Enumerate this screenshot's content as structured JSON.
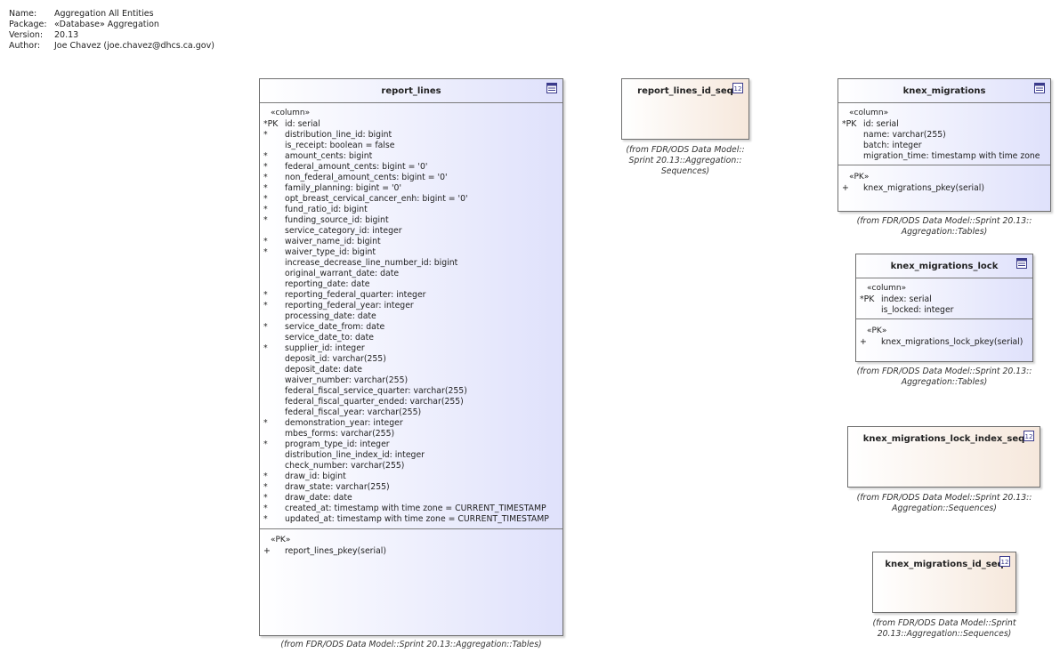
{
  "header": {
    "name_key": "Name:",
    "name_val": "Aggregation All Entities",
    "package_key": "Package:",
    "package_val": "«Database» Aggregation",
    "version_key": "Version:",
    "version_val": "20.13",
    "author_key": "Author:",
    "author_val": "Joe Chavez (joe.chavez@dhcs.ca.gov)"
  },
  "report_lines": {
    "title": "report_lines",
    "stereo_column": "«column»",
    "columns": [
      {
        "mark": "*PK",
        "text": "id: serial"
      },
      {
        "mark": "*",
        "text": "distribution_line_id: bigint"
      },
      {
        "mark": "",
        "text": "is_receipt: boolean = false"
      },
      {
        "mark": "*",
        "text": "amount_cents: bigint"
      },
      {
        "mark": "*",
        "text": "federal_amount_cents: bigint = '0'"
      },
      {
        "mark": "*",
        "text": "non_federal_amount_cents: bigint = '0'"
      },
      {
        "mark": "*",
        "text": "family_planning: bigint = '0'"
      },
      {
        "mark": "*",
        "text": "opt_breast_cervical_cancer_enh: bigint = '0'"
      },
      {
        "mark": "*",
        "text": "fund_ratio_id: bigint"
      },
      {
        "mark": "*",
        "text": "funding_source_id: bigint"
      },
      {
        "mark": "",
        "text": "service_category_id: integer"
      },
      {
        "mark": "*",
        "text": "waiver_name_id: bigint"
      },
      {
        "mark": "*",
        "text": "waiver_type_id: bigint"
      },
      {
        "mark": "",
        "text": "increase_decrease_line_number_id: bigint"
      },
      {
        "mark": "",
        "text": "original_warrant_date: date"
      },
      {
        "mark": "",
        "text": "reporting_date: date"
      },
      {
        "mark": "*",
        "text": "reporting_federal_quarter: integer"
      },
      {
        "mark": "*",
        "text": "reporting_federal_year: integer"
      },
      {
        "mark": "",
        "text": "processing_date: date"
      },
      {
        "mark": "*",
        "text": "service_date_from: date"
      },
      {
        "mark": "",
        "text": "service_date_to: date"
      },
      {
        "mark": "*",
        "text": "supplier_id: integer"
      },
      {
        "mark": "",
        "text": "deposit_id: varchar(255)"
      },
      {
        "mark": "",
        "text": "deposit_date: date"
      },
      {
        "mark": "",
        "text": "waiver_number: varchar(255)"
      },
      {
        "mark": "",
        "text": "federal_fiscal_service_quarter: varchar(255)"
      },
      {
        "mark": "",
        "text": "federal_fiscal_quarter_ended: varchar(255)"
      },
      {
        "mark": "",
        "text": "federal_fiscal_year: varchar(255)"
      },
      {
        "mark": "*",
        "text": "demonstration_year: integer"
      },
      {
        "mark": "",
        "text": "mbes_forms: varchar(255)"
      },
      {
        "mark": "*",
        "text": "program_type_id: integer"
      },
      {
        "mark": "",
        "text": "distribution_line_index_id: integer"
      },
      {
        "mark": "",
        "text": "check_number: varchar(255)"
      },
      {
        "mark": "*",
        "text": "draw_id: bigint"
      },
      {
        "mark": "*",
        "text": "draw_state: varchar(255)"
      },
      {
        "mark": "*",
        "text": "draw_date: date"
      },
      {
        "mark": "*",
        "text": "created_at: timestamp with time zone = CURRENT_TIMESTAMP"
      },
      {
        "mark": "*",
        "text": "updated_at: timestamp with time zone = CURRENT_TIMESTAMP"
      }
    ],
    "stereo_pk": "«PK»",
    "pk_mark": "+",
    "pk_text": "report_lines_pkey(serial)",
    "from": "(from FDR/ODS Data Model::Sprint 20.13::Aggregation::Tables)"
  },
  "report_lines_id_seq": {
    "title": "report_lines_id_seq",
    "from1": "(from FDR/ODS Data Model::",
    "from2": "Sprint 20.13::Aggregation::",
    "from3": "Sequences)"
  },
  "knex_migrations": {
    "title": "knex_migrations",
    "stereo_column": "«column»",
    "columns": [
      {
        "mark": "*PK",
        "text": "id: serial"
      },
      {
        "mark": "",
        "text": "name: varchar(255)"
      },
      {
        "mark": "",
        "text": "batch: integer"
      },
      {
        "mark": "",
        "text": "migration_time: timestamp with time zone"
      }
    ],
    "stereo_pk": "«PK»",
    "pk_mark": "+",
    "pk_text": "knex_migrations_pkey(serial)",
    "from1": "(from FDR/ODS Data Model::Sprint 20.13::",
    "from2": "Aggregation::Tables)"
  },
  "knex_migrations_lock": {
    "title": "knex_migrations_lock",
    "stereo_column": "«column»",
    "columns": [
      {
        "mark": "*PK",
        "text": "index: serial"
      },
      {
        "mark": "",
        "text": "is_locked: integer"
      }
    ],
    "stereo_pk": "«PK»",
    "pk_mark": "+",
    "pk_text": "knex_migrations_lock_pkey(serial)",
    "from1": "(from FDR/ODS Data Model::Sprint 20.13::",
    "from2": "Aggregation::Tables)"
  },
  "knex_migrations_lock_index_seq": {
    "title": "knex_migrations_lock_index_seq",
    "from1": "(from FDR/ODS Data Model::Sprint 20.13::",
    "from2": "Aggregation::Sequences)"
  },
  "knex_migrations_id_seq": {
    "title": "knex_migrations_id_seq",
    "from1": "(from FDR/ODS Data Model::Sprint",
    "from2": "20.13::Aggregation::Sequences)"
  }
}
